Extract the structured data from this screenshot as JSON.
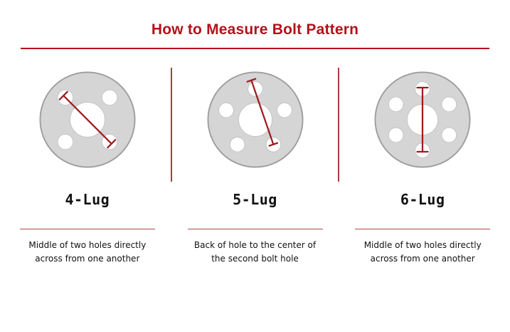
{
  "page": {
    "title": "How to Measure Bolt Pattern"
  },
  "columns": [
    {
      "lugs": 4,
      "label": "4-Lug",
      "description": "Middle of two holes directly\nacross from one another",
      "measure_method": "middle-to-middle across"
    },
    {
      "lugs": 5,
      "label": "5-Lug",
      "description": "Back of hole to the center of\nthe second bolt hole",
      "measure_method": "back of hole to center of second hole"
    },
    {
      "lugs": 6,
      "label": "6-Lug",
      "description": "Middle of two holes directly\nacross from one another",
      "measure_method": "middle-to-middle across"
    }
  ],
  "colors": {
    "accent_red": "#b0121b",
    "measure_red": "#9c1b1e",
    "hub_gray": "#d5d5d5",
    "hub_stroke": "#9d9d9d"
  }
}
